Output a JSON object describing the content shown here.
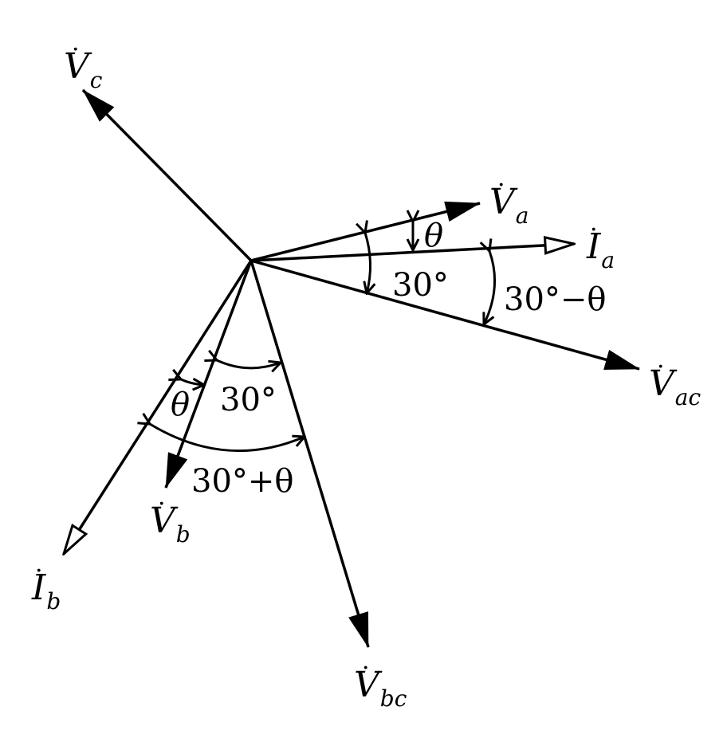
{
  "phasors": {
    "vc": {
      "symbol": "V",
      "subscript": "c",
      "dot": "·"
    },
    "va": {
      "symbol": "V",
      "subscript": "a",
      "dot": "·"
    },
    "ia": {
      "symbol": "I",
      "subscript": "a",
      "dot": "·"
    },
    "vac": {
      "symbol": "V",
      "subscript": "ac",
      "dot": "·"
    },
    "vb": {
      "symbol": "V",
      "subscript": "b",
      "dot": "·"
    },
    "ib": {
      "symbol": "I",
      "subscript": "b",
      "dot": "·"
    },
    "vbc": {
      "symbol": "V",
      "subscript": "bc",
      "dot": "·"
    }
  },
  "angles": {
    "theta_a": "θ",
    "deg30_a": "30°",
    "deg30_minus_theta": "30°−θ",
    "deg30_b": "30°",
    "theta_b": "θ",
    "deg30_plus_theta": "30°+θ"
  }
}
